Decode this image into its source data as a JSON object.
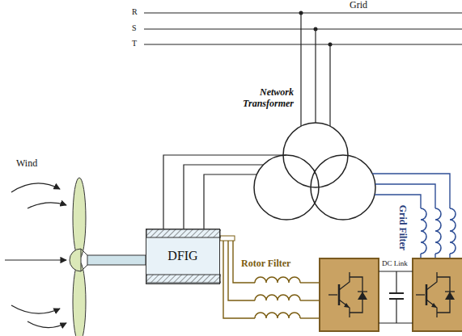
{
  "diagram": {
    "nodes": [
      {
        "text": [
          "DFIG"
        ]
      }
    ],
    "labels": [
      "Grid",
      "R",
      "S",
      "T",
      "Network Transformer",
      "Wind",
      "Rotor Filter",
      "DC Link",
      "Grid Filter"
    ]
  }
}
